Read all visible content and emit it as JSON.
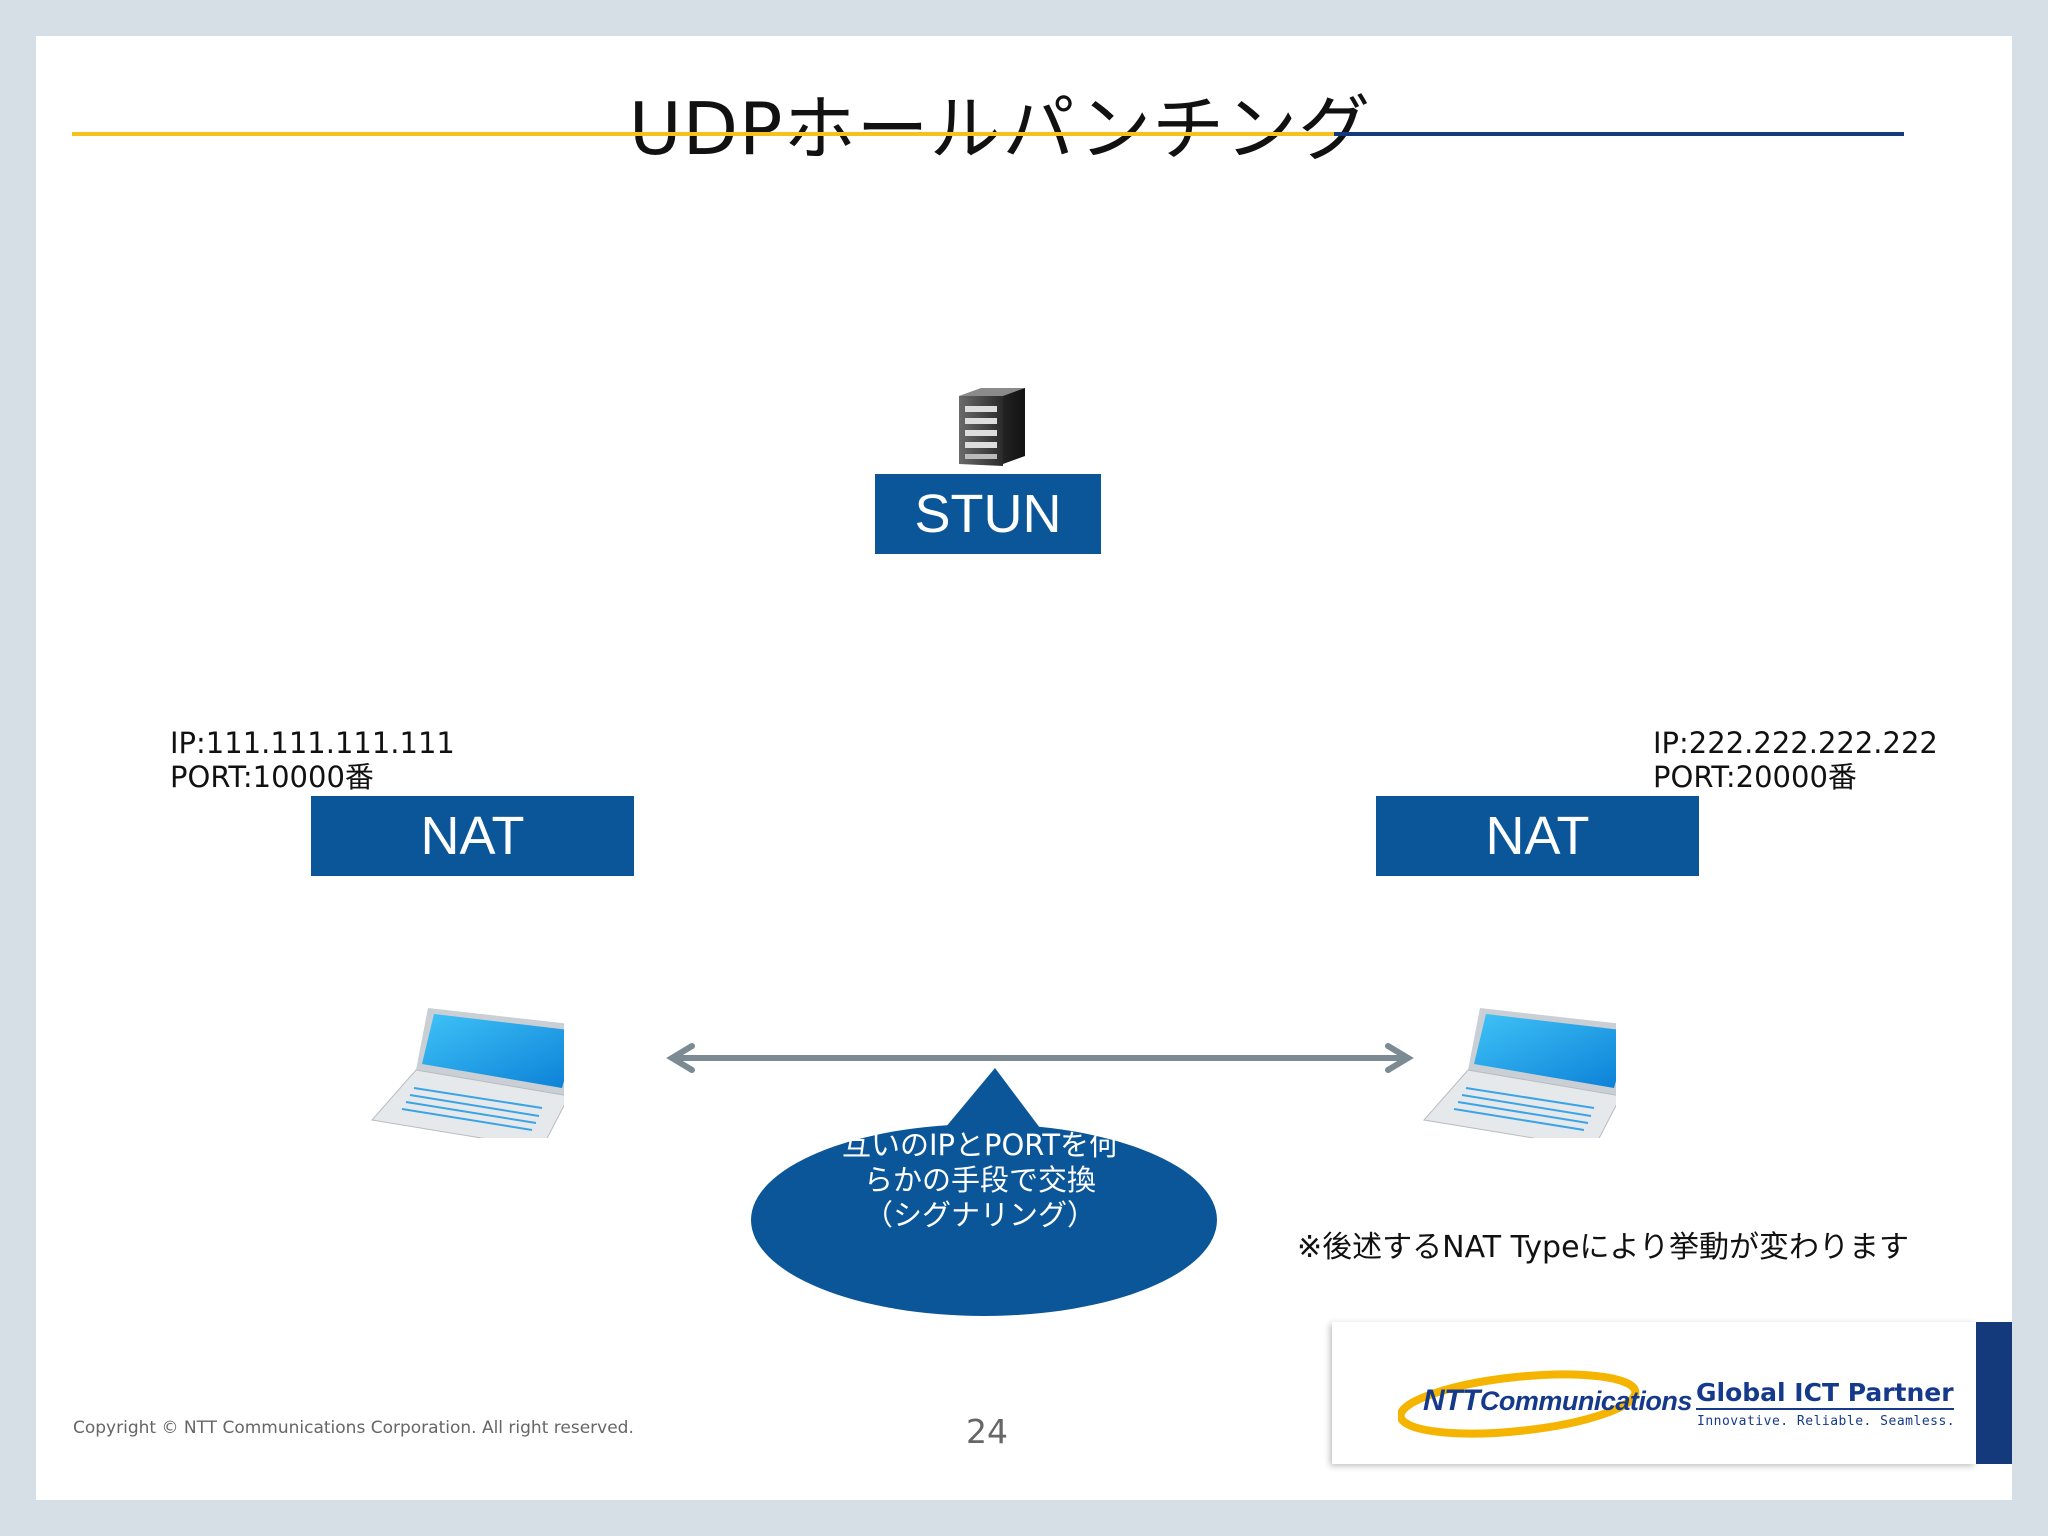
{
  "slide": {
    "title": "UDPホールパンチング",
    "stun_label": "STUN",
    "nat_left_label": "NAT",
    "nat_right_label": "NAT",
    "left_ip": "IP:111.111.111.111",
    "left_port": "PORT:10000番",
    "right_ip": "IP:222.222.222.222",
    "right_port": "PORT:20000番",
    "bubble_line1": "互いのIPとPORTを何",
    "bubble_line2": "らかの手段で交換",
    "bubble_line3": "（シグナリング）",
    "note": "※後述するNAT Typeにより挙動が変わります",
    "copyright": "Copyright © NTT Communications Corporation. All right reserved.",
    "page_number": "24"
  },
  "logo": {
    "company_prefix": "NTT",
    "company_suffix": "Communications",
    "partner": "Global ICT Partner",
    "tagline": "Innovative. Reliable. Seamless."
  },
  "icons": [
    "server-icon",
    "laptop-icon",
    "double-arrow-icon"
  ],
  "colors": {
    "box_blue": "#0b5698",
    "rule_yellow": "#f5c21b",
    "rule_navy": "#143a7c",
    "arrow_gray": "#7b8a93"
  }
}
